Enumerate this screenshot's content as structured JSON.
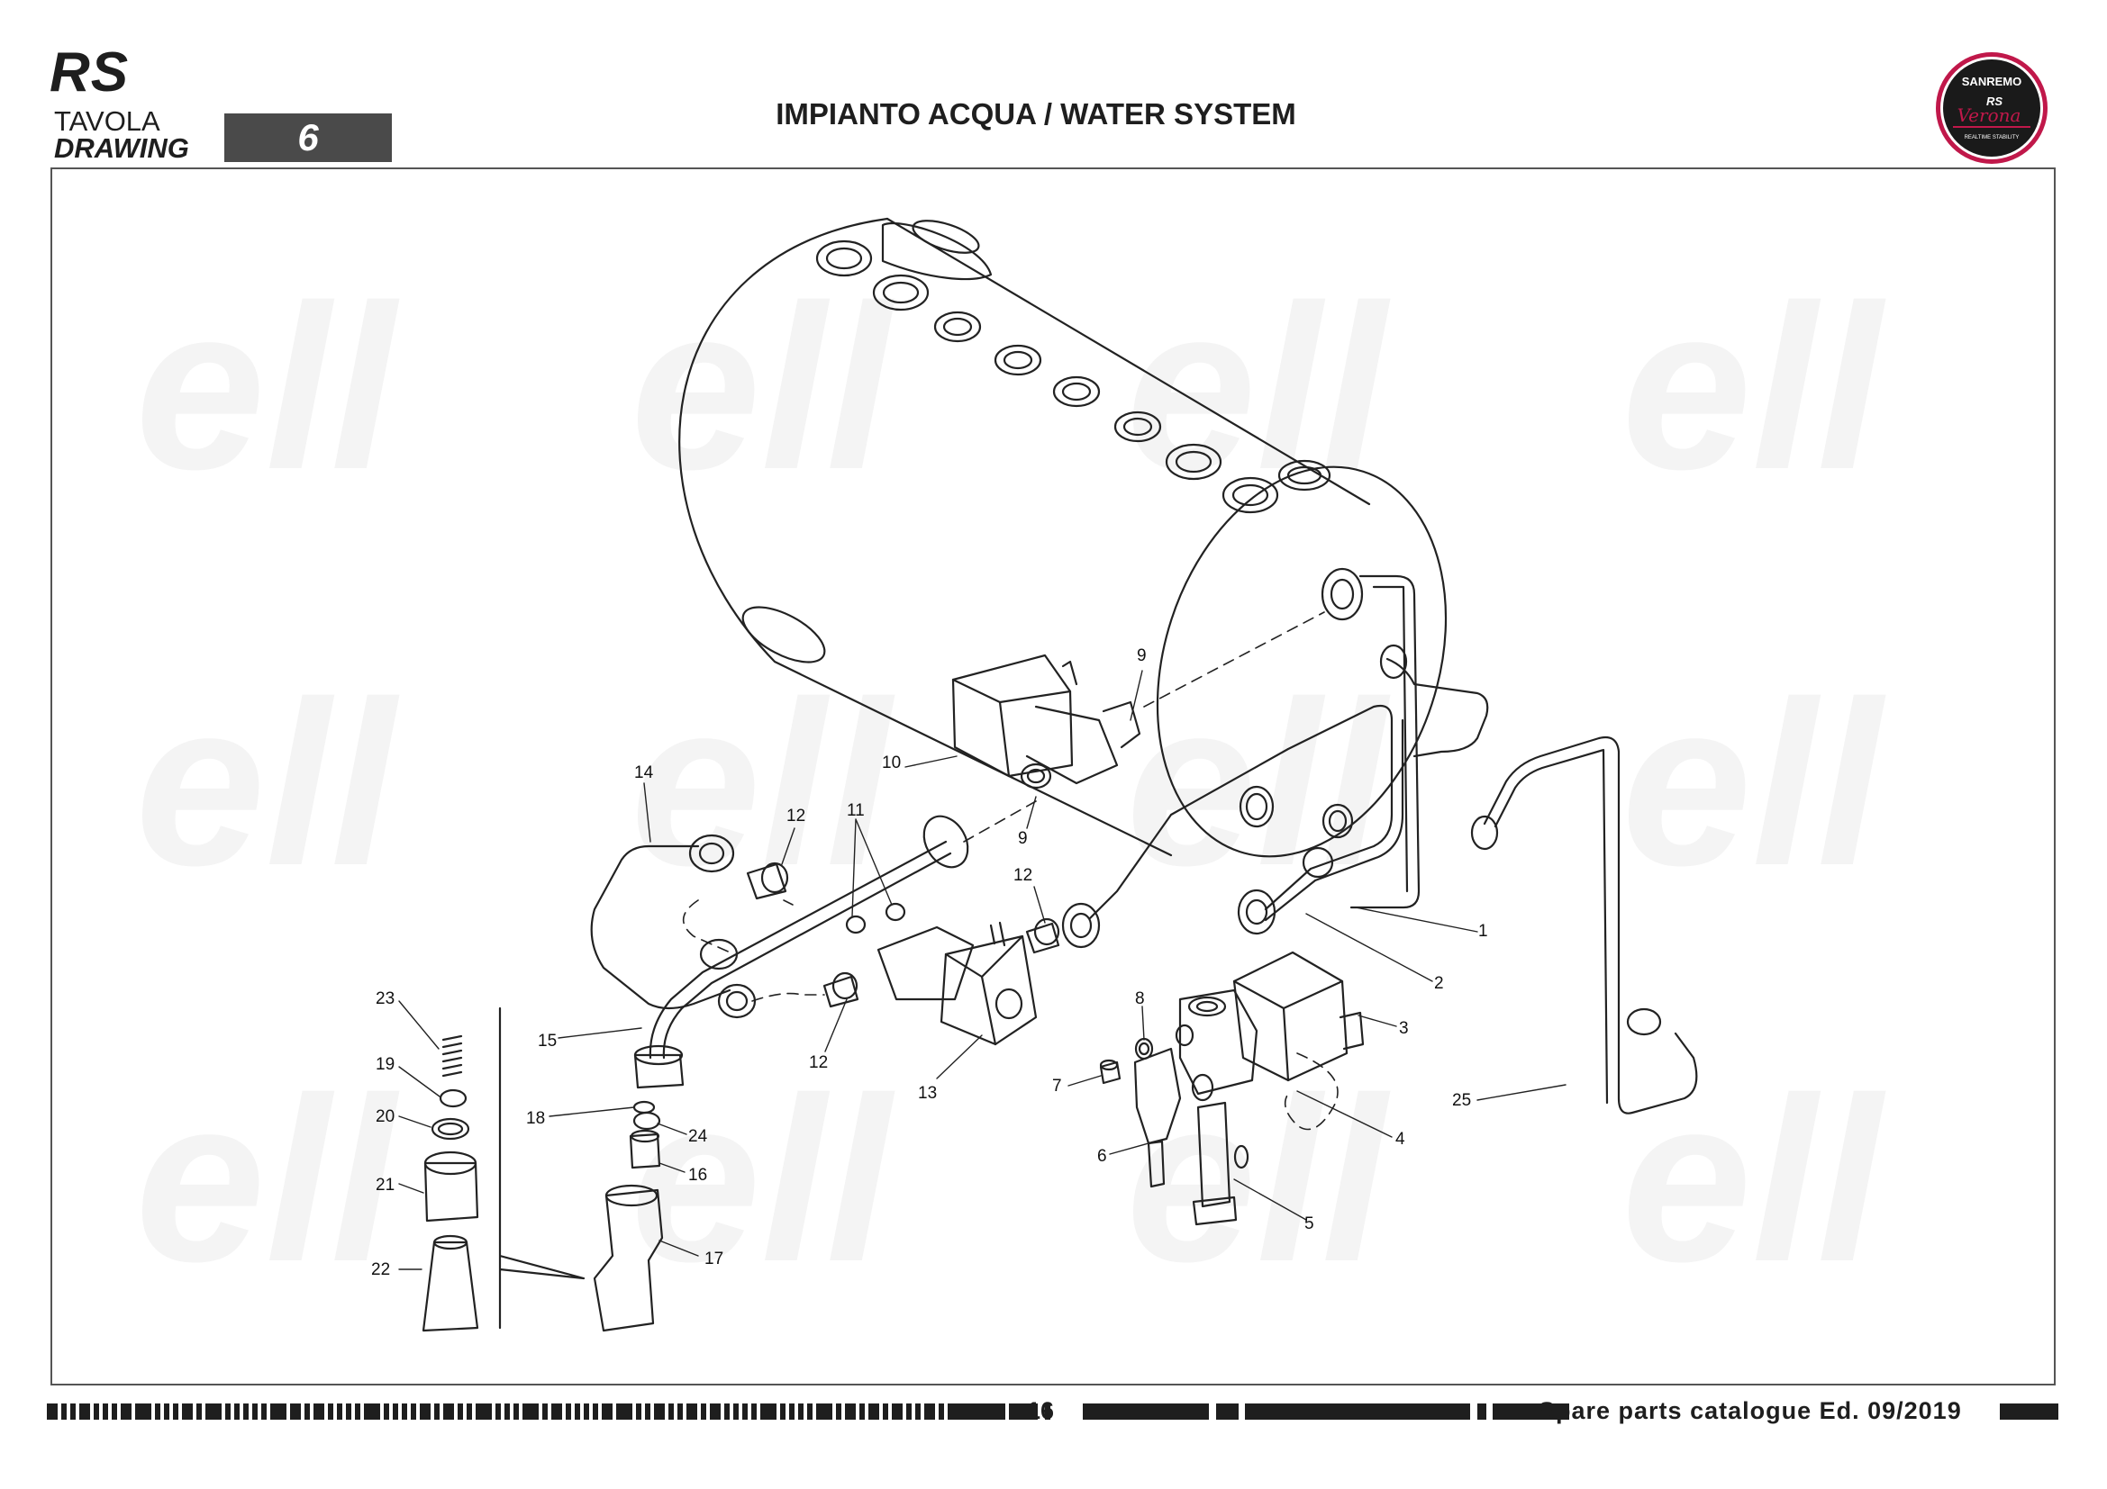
{
  "header": {
    "model": "RS",
    "tavola": "TAVOLA",
    "drawing": "DRAWING",
    "table_number": "6",
    "title": "IMPIANTO ACQUA / WATER SYSTEM"
  },
  "logo": {
    "brand": "SANREMO",
    "model": "RS",
    "script": "Verona",
    "tagline": "REALTIME STABILITY",
    "ring_color": "#c0184a"
  },
  "callouts": [
    "1",
    "2",
    "3",
    "4",
    "5",
    "6",
    "7",
    "8",
    "9",
    "9",
    "10",
    "11",
    "12",
    "12",
    "12",
    "13",
    "14",
    "15",
    "16",
    "17",
    "18",
    "19",
    "20",
    "21",
    "22",
    "23",
    "24",
    "25"
  ],
  "footer": {
    "page_number": "16",
    "edition": "Spare parts catalogue Ed. 09/2019"
  },
  "colors": {
    "ink": "#1e1e1e",
    "tab": "#4a4a4a",
    "frame": "#555555"
  }
}
